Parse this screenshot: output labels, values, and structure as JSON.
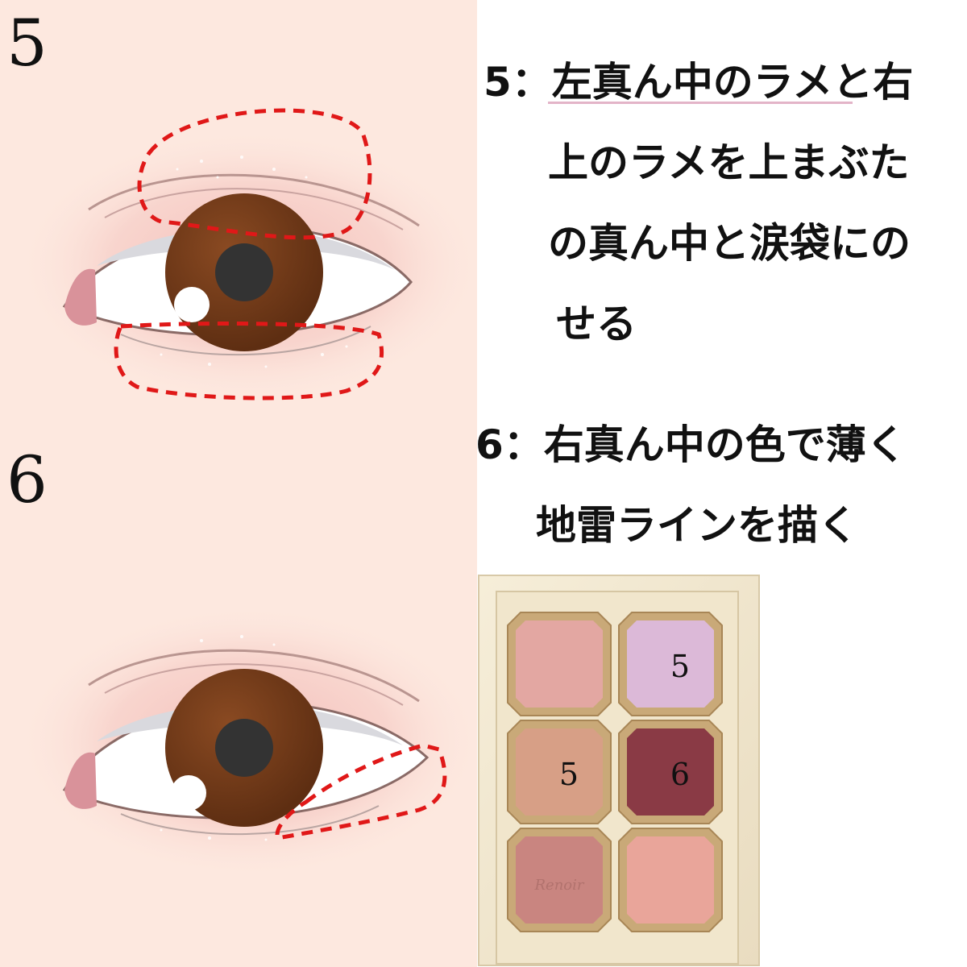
{
  "steps": [
    {
      "number": "5",
      "instruction_prefix": "5：",
      "instruction_lines": [
        "左真ん中のラメと右",
        "上のラメを上まぶた",
        "の真ん中と涙袋にの",
        "せる"
      ]
    },
    {
      "number": "6",
      "instruction_lines": [
        "6：右真ん中の色で薄く",
        "地雷ラインを描く"
      ]
    }
  ],
  "palette": {
    "brand_script": "Renoir",
    "pans": [
      {
        "label": "",
        "color": "#e3a7a2"
      },
      {
        "label": "5",
        "color": "#dcb9d8"
      },
      {
        "label": "5",
        "color": "#d79f86"
      },
      {
        "label": "6",
        "color": "#8a3a45"
      },
      {
        "label": "",
        "color": "#c98580"
      },
      {
        "label": "",
        "color": "#e9a59a"
      }
    ]
  },
  "colors": {
    "left_bg": "#fde8df",
    "guide_dash": "#e01818",
    "iris": "#6a3515",
    "underline": "#e3b4c8",
    "palette_case": "#f3ead3"
  }
}
